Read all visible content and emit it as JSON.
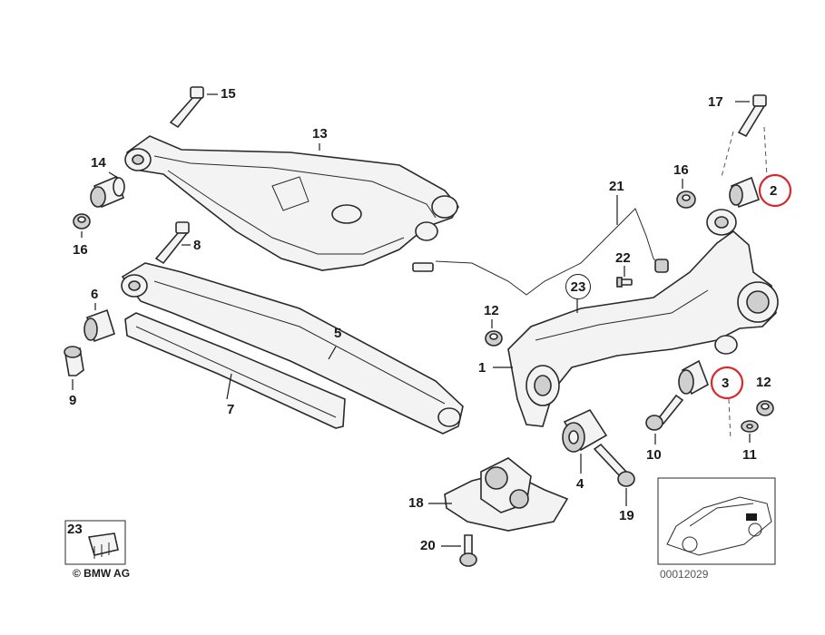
{
  "diagram": {
    "callouts": {
      "c1": "1",
      "c2": "2",
      "c3": "3",
      "c4": "4",
      "c5": "5",
      "c6": "6",
      "c7": "7",
      "c8": "8",
      "c9": "9",
      "c10": "10",
      "c11": "11",
      "c12a": "12",
      "c12b": "12",
      "c13": "13",
      "c14": "14",
      "c15": "15",
      "c16a": "16",
      "c16b": "16",
      "c17": "17",
      "c18": "18",
      "c19": "19",
      "c20": "20",
      "c21": "21",
      "c22": "22",
      "c23a": "23",
      "c23b": "23"
    },
    "copyright": "© BMW AG",
    "diagram_number": "00012029",
    "highlight_color": "#d9272b"
  }
}
